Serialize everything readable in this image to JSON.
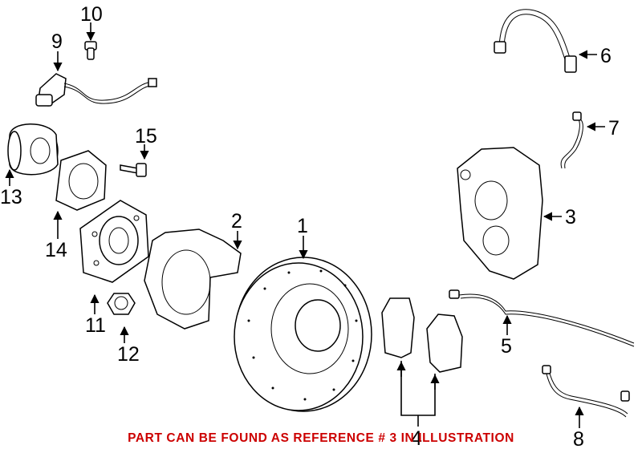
{
  "colors": {
    "line": "#000000",
    "background": "#ffffff",
    "caption": "#cc0000"
  },
  "labels": {
    "n1": "1",
    "n2": "2",
    "n3": "3",
    "n4": "4",
    "n5": "5",
    "n6": "6",
    "n7": "7",
    "n8": "8",
    "n9": "9",
    "n10": "10",
    "n11": "11",
    "n12": "12",
    "n13": "13",
    "n14": "14",
    "n15": "15"
  },
  "caption": "PART CAN BE FOUND AS REFERENCE # 3 IN ILLUSTRATION"
}
